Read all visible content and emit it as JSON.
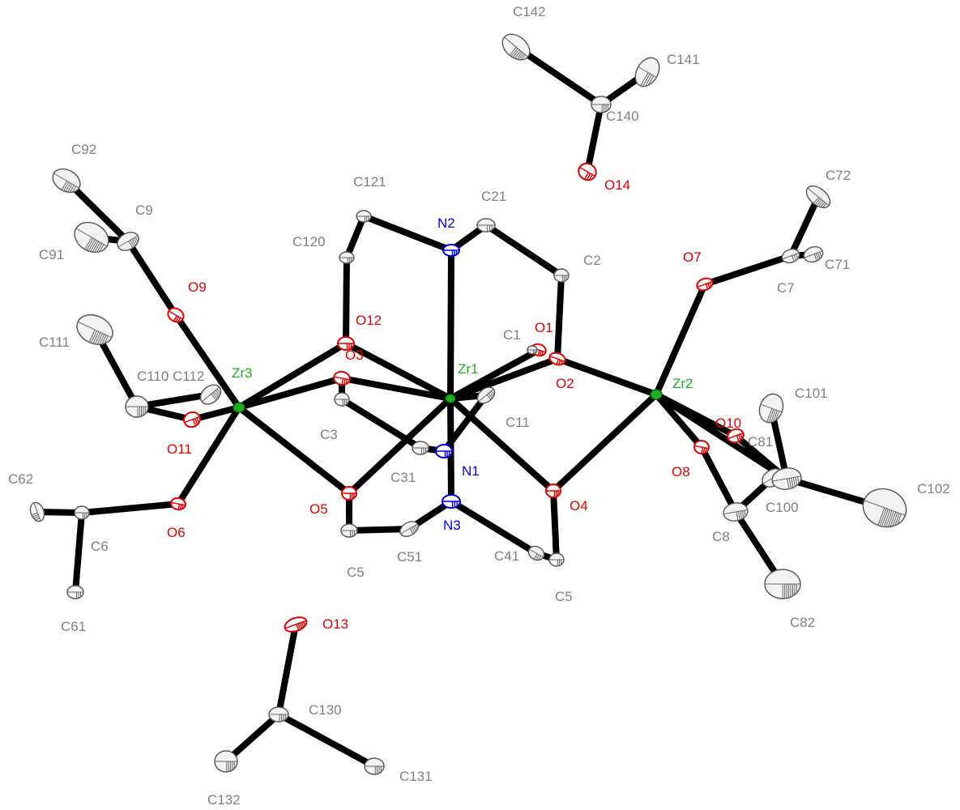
{
  "colors": {
    "C": "#808080",
    "O": "#e00000",
    "N": "#0000dd",
    "Zr": "#1fae1f",
    "bond": "#000000"
  },
  "atoms": [
    {
      "id": "Zr1",
      "el": "Zr"
    },
    {
      "id": "Zr2",
      "el": "Zr"
    },
    {
      "id": "Zr3",
      "el": "Zr"
    },
    {
      "id": "N1",
      "el": "N"
    },
    {
      "id": "N2",
      "el": "N"
    },
    {
      "id": "N3",
      "el": "N"
    },
    {
      "id": "O1",
      "el": "O"
    },
    {
      "id": "O2",
      "el": "O"
    },
    {
      "id": "O3",
      "el": "O"
    },
    {
      "id": "O4",
      "el": "O"
    },
    {
      "id": "O5",
      "el": "O"
    },
    {
      "id": "O6",
      "el": "O"
    },
    {
      "id": "O7",
      "el": "O"
    },
    {
      "id": "O8",
      "el": "O"
    },
    {
      "id": "O9",
      "el": "O"
    },
    {
      "id": "O10",
      "el": "O"
    },
    {
      "id": "O11",
      "el": "O"
    },
    {
      "id": "O12",
      "el": "O"
    },
    {
      "id": "O13",
      "el": "O"
    },
    {
      "id": "O14",
      "el": "O"
    },
    {
      "id": "C1",
      "el": "C"
    },
    {
      "id": "C2",
      "el": "C"
    },
    {
      "id": "C3",
      "el": "C"
    },
    {
      "id": "C5",
      "el": "C"
    },
    {
      "id": "C5b",
      "el": "C",
      "label": "C5"
    },
    {
      "id": "C6",
      "el": "C"
    },
    {
      "id": "C7",
      "el": "C"
    },
    {
      "id": "C8",
      "el": "C"
    },
    {
      "id": "C9",
      "el": "C"
    },
    {
      "id": "C11",
      "el": "C"
    },
    {
      "id": "C21",
      "el": "C"
    },
    {
      "id": "C31",
      "el": "C"
    },
    {
      "id": "C41",
      "el": "C"
    },
    {
      "id": "C51",
      "el": "C"
    },
    {
      "id": "C61",
      "el": "C"
    },
    {
      "id": "C62",
      "el": "C"
    },
    {
      "id": "C71",
      "el": "C"
    },
    {
      "id": "C72",
      "el": "C"
    },
    {
      "id": "C81",
      "el": "C"
    },
    {
      "id": "C82",
      "el": "C"
    },
    {
      "id": "C91",
      "el": "C"
    },
    {
      "id": "C92",
      "el": "C"
    },
    {
      "id": "C100",
      "el": "C"
    },
    {
      "id": "C101",
      "el": "C"
    },
    {
      "id": "C102",
      "el": "C"
    },
    {
      "id": "C110",
      "el": "C"
    },
    {
      "id": "C111",
      "el": "C"
    },
    {
      "id": "C112",
      "el": "C"
    },
    {
      "id": "C120",
      "el": "C"
    },
    {
      "id": "C121",
      "el": "C"
    },
    {
      "id": "C130",
      "el": "C"
    },
    {
      "id": "C131",
      "el": "C"
    },
    {
      "id": "C132",
      "el": "C"
    },
    {
      "id": "C140",
      "el": "C"
    },
    {
      "id": "C141",
      "el": "C"
    },
    {
      "id": "C142",
      "el": "C"
    }
  ],
  "bonds": [
    [
      "Zr1",
      "N2"
    ],
    [
      "Zr1",
      "N3"
    ],
    [
      "Zr1",
      "O12"
    ],
    [
      "Zr1",
      "O3"
    ],
    [
      "Zr1",
      "O2"
    ],
    [
      "Zr1",
      "O1"
    ],
    [
      "Zr1",
      "O4"
    ],
    [
      "Zr1",
      "O5"
    ],
    [
      "Zr1",
      "C11"
    ],
    [
      "Zr2",
      "O2"
    ],
    [
      "Zr2",
      "O4"
    ],
    [
      "Zr2",
      "O7"
    ],
    [
      "Zr2",
      "O8"
    ],
    [
      "Zr2",
      "O10"
    ],
    [
      "Zr2",
      "C100"
    ],
    [
      "Zr3",
      "O12"
    ],
    [
      "Zr3",
      "O3"
    ],
    [
      "Zr3",
      "O5"
    ],
    [
      "Zr3",
      "O9"
    ],
    [
      "Zr3",
      "O6"
    ],
    [
      "Zr3",
      "O11"
    ],
    [
      "N2",
      "C121"
    ],
    [
      "N2",
      "C21"
    ],
    [
      "C121",
      "C120"
    ],
    [
      "C120",
      "O12"
    ],
    [
      "C21",
      "C2"
    ],
    [
      "C2",
      "O2"
    ],
    [
      "O3",
      "C3"
    ],
    [
      "C3",
      "C31"
    ],
    [
      "C31",
      "N1"
    ],
    [
      "N1",
      "C11"
    ],
    [
      "C1",
      "O1"
    ],
    [
      "O5",
      "C5"
    ],
    [
      "C5",
      "C51"
    ],
    [
      "C51",
      "N3"
    ],
    [
      "N3",
      "C41"
    ],
    [
      "C41",
      "C5b"
    ],
    [
      "C5b",
      "O4"
    ],
    [
      "O7",
      "C7"
    ],
    [
      "C7",
      "C71"
    ],
    [
      "C7",
      "C72"
    ],
    [
      "O8",
      "C8"
    ],
    [
      "C8",
      "C81"
    ],
    [
      "C8",
      "C82"
    ],
    [
      "O10",
      "C100"
    ],
    [
      "C100",
      "C101"
    ],
    [
      "C100",
      "C102"
    ],
    [
      "O9",
      "C9"
    ],
    [
      "C9",
      "C91"
    ],
    [
      "C9",
      "C92"
    ],
    [
      "O11",
      "C110"
    ],
    [
      "C110",
      "C111"
    ],
    [
      "C110",
      "C112"
    ],
    [
      "O6",
      "C6"
    ],
    [
      "C6",
      "C61"
    ],
    [
      "C6",
      "C62"
    ],
    [
      "O13",
      "C130"
    ],
    [
      "C130",
      "C131"
    ],
    [
      "C130",
      "C132"
    ],
    [
      "O14",
      "C140"
    ],
    [
      "C140",
      "C141"
    ],
    [
      "C140",
      "C142"
    ]
  ]
}
